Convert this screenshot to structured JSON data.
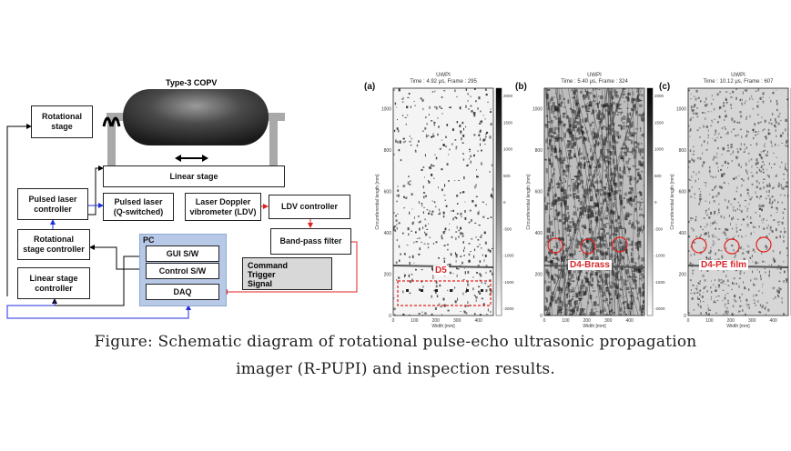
{
  "diagram": {
    "copv_title": "Type-3 COPV",
    "rotational_stage": "Rotational\nstage",
    "linear_stage": "Linear stage",
    "pulsed_laser_controller": "Pulsed laser\ncontroller",
    "pulsed_laser": "Pulsed laser\n(Q-switched)",
    "ldv": "Laser Doppler\nvibrometer (LDV)",
    "ldv_controller": "LDV controller",
    "rotational_stage_controller": "Rotational\nstage controller",
    "band_pass_filter": "Band-pass filter",
    "linear_stage_controller": "Linear stage\ncontroller",
    "pc_label": "PC",
    "gui_sw": "GUI S/W",
    "control_sw": "Control S/W",
    "daq": "DAQ",
    "legend": {
      "command": "Command",
      "trigger": "Trigger",
      "signal": "Signal"
    },
    "colors": {
      "command": "#000000",
      "trigger": "#1f2fe0",
      "signal": "#e02020"
    }
  },
  "panels": [
    {
      "letter": "(a)",
      "title": "UWPI",
      "info": "Time : 4.92 μs,  Frame : 295",
      "annotation": "D5"
    },
    {
      "letter": "(b)",
      "title": "UWPI",
      "info": "Time : 5.40 μs,  Frame : 324",
      "annotation": "D4-Brass"
    },
    {
      "letter": "(c)",
      "title": "UWPI",
      "info": "Time : 10.12 μs,  Frame : 607",
      "annotation": "D4-PE film"
    }
  ],
  "axes": {
    "ylabel": "Circumferential length [mm]",
    "xlabel": "Width [mm]",
    "yticks": [
      "0",
      "200",
      "400",
      "600",
      "800",
      "1000"
    ],
    "xticks": [
      "0",
      "100",
      "200",
      "300",
      "400"
    ],
    "colorbar_ticks": [
      "2000",
      "1500",
      "1000",
      "500",
      "0",
      "-500",
      "-1000",
      "-1500",
      "-2000"
    ]
  },
  "caption": {
    "line1": "Figure: Schematic diagram of rotational pulse-echo ultrasonic propagation",
    "line2": "imager (R-PUPI) and inspection results."
  }
}
